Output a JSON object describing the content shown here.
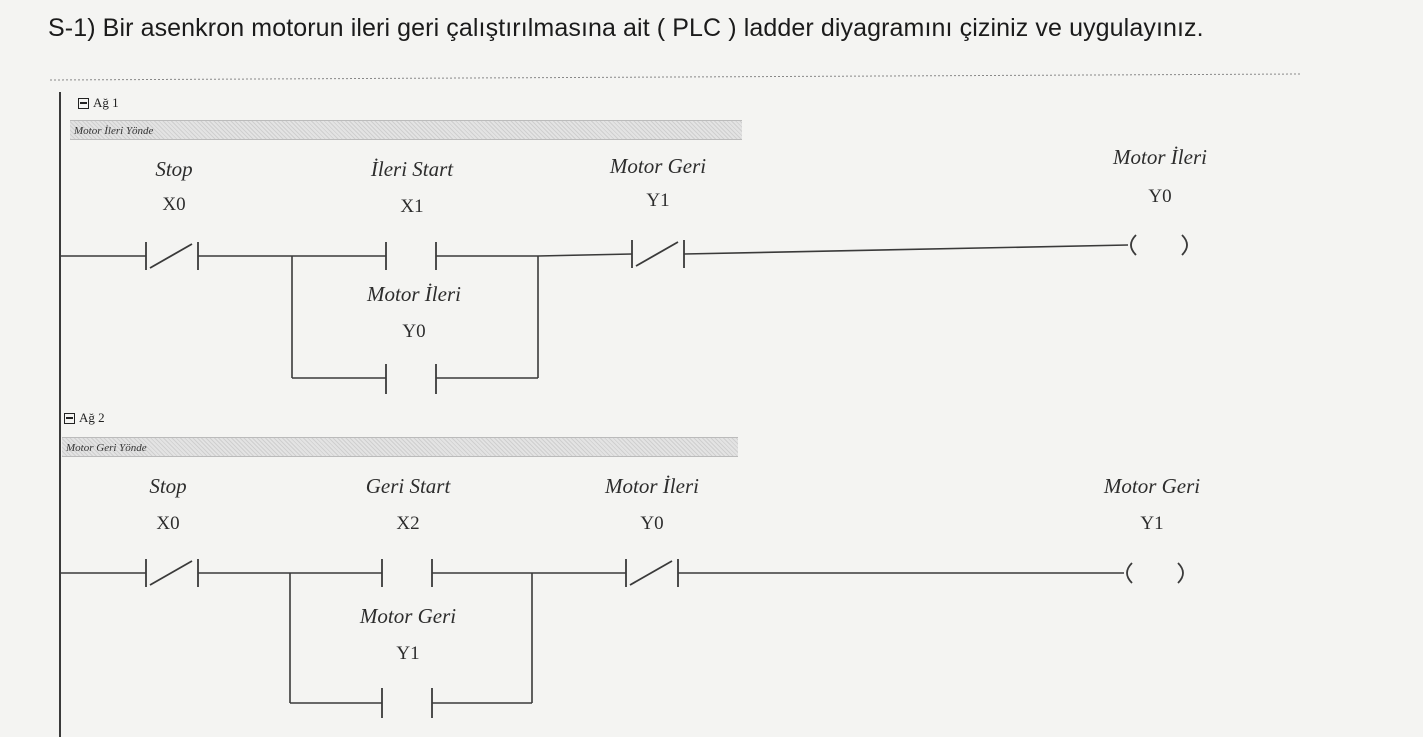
{
  "question": "S-1) Bir asenkron motorun ileri geri çalıştırılmasına ait ( PLC ) ladder diyagramını çiziniz ve uygulayınız.",
  "networks": [
    {
      "header": "Ağ 1",
      "comment": "Motor İleri Yönde",
      "contacts": [
        {
          "name": "Stop",
          "address": "X0",
          "type": "NC"
        },
        {
          "name": "İleri Start",
          "address": "X1",
          "type": "NO"
        },
        {
          "name": "Motor İleri",
          "address": "Y0",
          "type": "NO"
        },
        {
          "name": "Motor Geri",
          "address": "Y1",
          "type": "NC"
        }
      ],
      "coil": {
        "name": "Motor İleri",
        "address": "Y0",
        "symbol": "(   )"
      }
    },
    {
      "header": "Ağ 2",
      "comment": "Motor Geri Yönde",
      "contacts": [
        {
          "name": "Stop",
          "address": "X0",
          "type": "NC"
        },
        {
          "name": "Geri Start",
          "address": "X2",
          "type": "NO"
        },
        {
          "name": "Motor Geri",
          "address": "Y1",
          "type": "NO"
        },
        {
          "name": "Motor İleri",
          "address": "Y0",
          "type": "NC"
        }
      ],
      "coil": {
        "name": "Motor Geri",
        "address": "Y1",
        "symbol": "(   )"
      }
    }
  ]
}
